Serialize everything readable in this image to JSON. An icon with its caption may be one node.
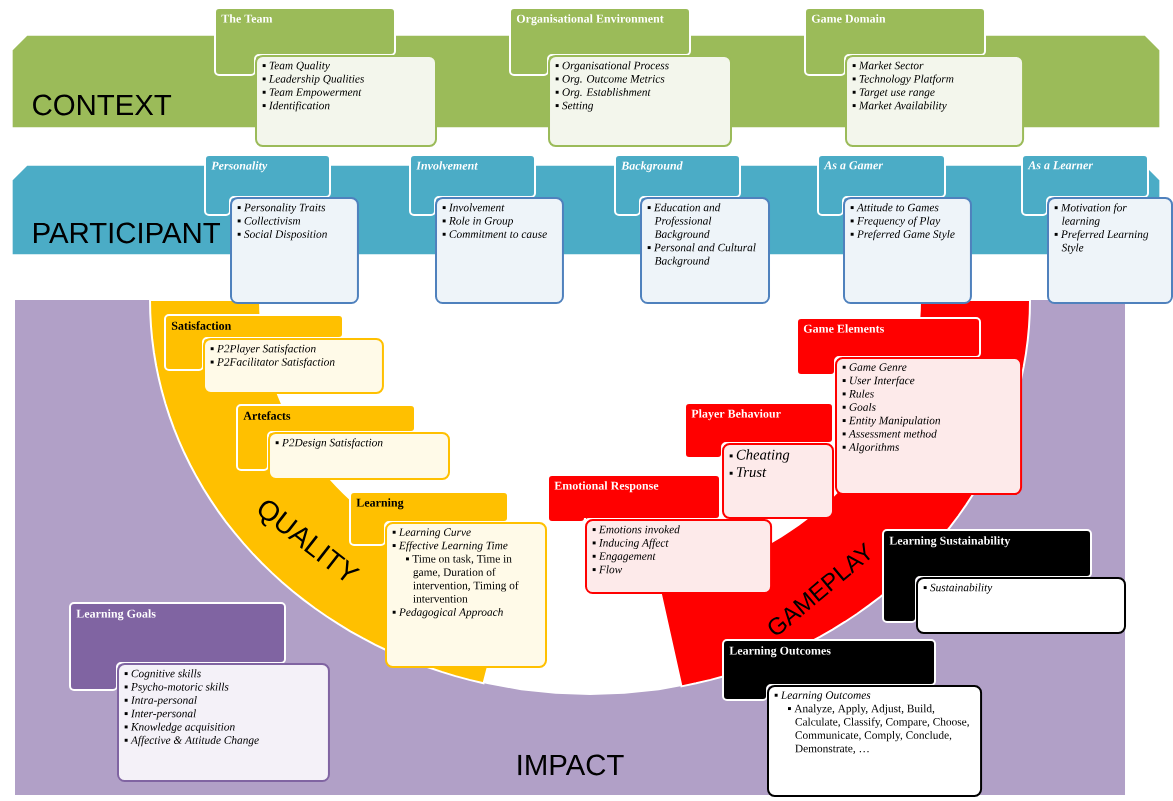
{
  "diagram": {
    "nodes": [
      {
        "text": [
          "CONTEXT"
        ]
      },
      {
        "text": [
          "The Team"
        ]
      },
      {
        "text": [
          "Team Quality",
          "Leadership Qualities",
          "Team Empowerment",
          "Identification"
        ]
      },
      {
        "text": [
          "Organisational Environment"
        ]
      },
      {
        "text": [
          "Organisational Process",
          "Org. Outcome Metrics",
          "Org. Establishment",
          "Setting"
        ]
      },
      {
        "text": [
          "Game Domain"
        ]
      },
      {
        "text": [
          "Market Sector",
          "Technology Platform",
          "Target use range",
          "Market Availability"
        ]
      },
      {
        "text": [
          "PARTICIPANT"
        ]
      },
      {
        "text": [
          "Personality"
        ]
      },
      {
        "text": [
          "Personality Traits",
          "Collectivism",
          "Social Disposition"
        ]
      },
      {
        "text": [
          "Involvement"
        ]
      },
      {
        "text": [
          "Involvement",
          "Role in Group",
          "Commitment to cause"
        ]
      },
      {
        "text": [
          "Background"
        ]
      },
      {
        "text": [
          "Education and Professional Background",
          "Personal and Cultural Background"
        ]
      },
      {
        "text": [
          "As a Gamer"
        ]
      },
      {
        "text": [
          "Attitude to Games",
          "Frequency of Play",
          "Preferred Game Style"
        ]
      },
      {
        "text": [
          "As a Learner"
        ]
      },
      {
        "text": [
          "Motivation for learning",
          "Preferred Learning Style"
        ]
      },
      {
        "text": [
          "IMPACT"
        ]
      },
      {
        "text": [
          "QUALITY"
        ],
        "in": 18
      },
      {
        "text": [
          "Satisfaction"
        ],
        "in": 19
      },
      {
        "text": [
          "P2Player Satisfaction",
          "P2Facilitator Satisfaction"
        ],
        "in": 18
      },
      {
        "text": [
          "Artefacts"
        ],
        "in": 18
      },
      {
        "text": [
          "P2Design Satisfaction"
        ],
        "in": 18
      },
      {
        "text": [
          "Learning"
        ],
        "in": 18
      },
      {
        "text": [
          "Learning Curve",
          "Effective Learning Time",
          "Time on task, Time in game, Duration of intervention, Timing of intervention",
          "Pedagogical Approach"
        ],
        "in": 18
      },
      {
        "text": [
          "GAMEPLAY"
        ],
        "in": 18
      },
      {
        "text": [
          "Game Elements"
        ],
        "in": 18
      },
      {
        "text": [
          "Game Genre",
          "User Interface",
          "Rules",
          "Goals",
          "Entity Manipulation",
          "Assessment method",
          "Algorithms"
        ],
        "in": 26
      },
      {
        "text": [
          "Player Behaviour"
        ],
        "in": 18
      },
      {
        "text": [
          "Cheating",
          "Trust"
        ],
        "in": 18
      },
      {
        "text": [
          "Emotional Response"
        ],
        "in": 18
      },
      {
        "text": [
          "Emotions invoked",
          "Inducing Affect",
          "Engagement",
          "Flow"
        ],
        "in": 18
      },
      {
        "text": [
          "Learning Sustainability"
        ],
        "in": 18
      },
      {
        "text": [
          "Sustainability"
        ],
        "in": 18
      },
      {
        "text": [
          "Learning Outcomes"
        ],
        "in": 18
      },
      {
        "text": [
          "Learning Outcomes",
          "Analyze, Apply, Adjust, Build, Calculate, Classify, Compare, Choose, Communicate, Comply, Conclude, Demonstrate, …"
        ],
        "in": 18
      },
      {
        "text": [
          "Learning Goals"
        ],
        "in": 18
      },
      {
        "text": [
          "Cognitive skills",
          "Psycho-motoric skills",
          "Intra-personal",
          "Inter-personal",
          "Knowledge acquisition",
          "Affective & Attitude Change"
        ],
        "in": 18
      }
    ]
  }
}
